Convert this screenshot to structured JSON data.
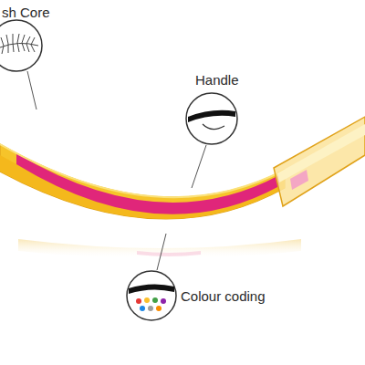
{
  "diagram": {
    "labels": [
      "sh Core",
      "Handle",
      "Colour coding"
    ]
  }
}
